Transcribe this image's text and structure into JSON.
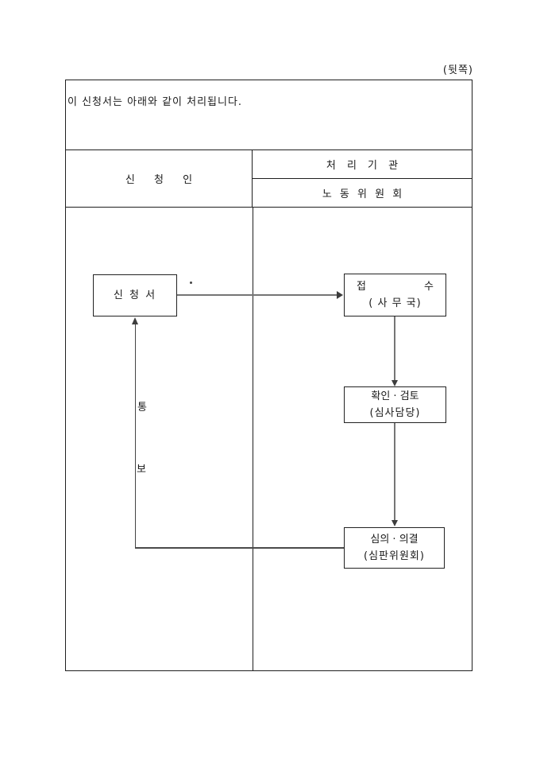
{
  "page": {
    "corner_note": "(뒷쪽)",
    "intro_text": "이 신청서는 아래와 같이 처리됩니다."
  },
  "table": {
    "applicant_header": "신 청 인",
    "agency_header": "처 리 기 관",
    "agency_subheader": "노 동 위 원 회"
  },
  "flowchart": {
    "application_box": "신 청 서",
    "receipt_left": "접",
    "receipt_right": "수",
    "receipt_sub": "( 사 무 국)",
    "review_title": "확인 · 검토",
    "review_sub": "(심사담당)",
    "decision_title": "심의 · 의결",
    "decision_sub": "(심판위원회)",
    "notice_char_1": "통",
    "notice_char_2": "보"
  }
}
